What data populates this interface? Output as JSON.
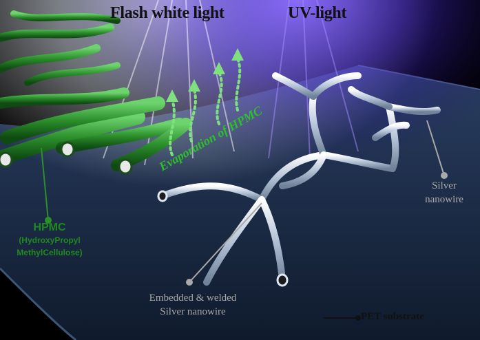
{
  "labels": {
    "flash_white_light": "Flash white light",
    "uv_light": "UV-light",
    "evaporation": "Evaporation of HPMC",
    "hpmc": "HPMC",
    "hpmc_full_1": "(HydroxyPropyl",
    "hpmc_full_2": "MethylCellulose)",
    "silver_nanowire_1": "Silver",
    "silver_nanowire_2": "nanowire",
    "embedded_1": "Embedded & welded",
    "embedded_2": "Silver nanowire",
    "pet_substrate": "PET substrate"
  },
  "colors": {
    "background": "#000000",
    "substrate": "#1d2f4e",
    "hpmc_green": "#2e8b2e",
    "uv_violet": "#6a3cff",
    "nanowire_silver": "#c9d6e6",
    "label_grey": "#a9a9a9"
  }
}
